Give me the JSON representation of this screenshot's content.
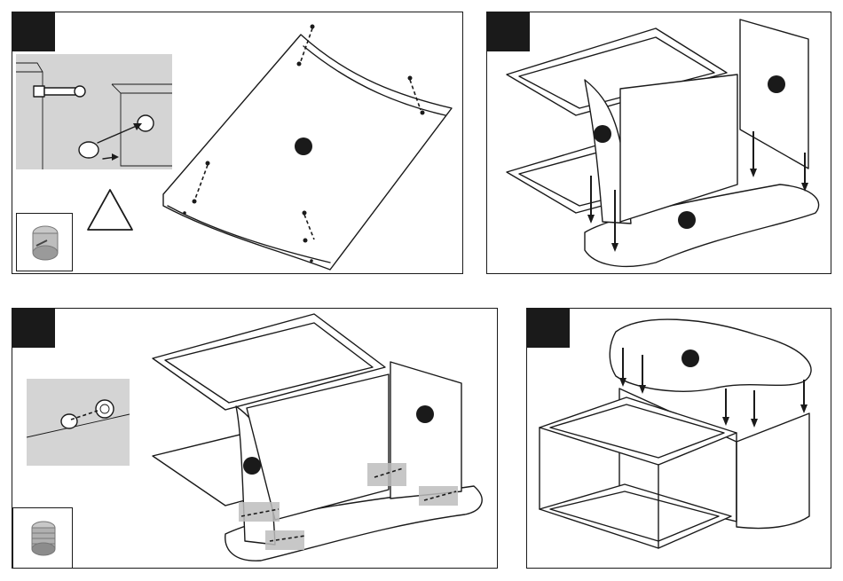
{
  "diagram": {
    "panel_count": 4,
    "steps": [
      {
        "id": "step-1",
        "step_label": "",
        "description_icon": "warning-triangle-icon",
        "part_icon": "cam-lock-nut-icon"
      },
      {
        "id": "step-2",
        "step_label": "",
        "part_icon": ""
      },
      {
        "id": "step-3",
        "step_label": "",
        "part_icon": "threaded-insert-icon"
      },
      {
        "id": "step-4",
        "step_label": "",
        "part_icon": ""
      }
    ],
    "colors": {
      "stroke": "#1a1a1a",
      "inset_bg": "#d4d4d4",
      "highlight": "#bdbdbd",
      "step_tab": "#1a1a1a"
    }
  }
}
